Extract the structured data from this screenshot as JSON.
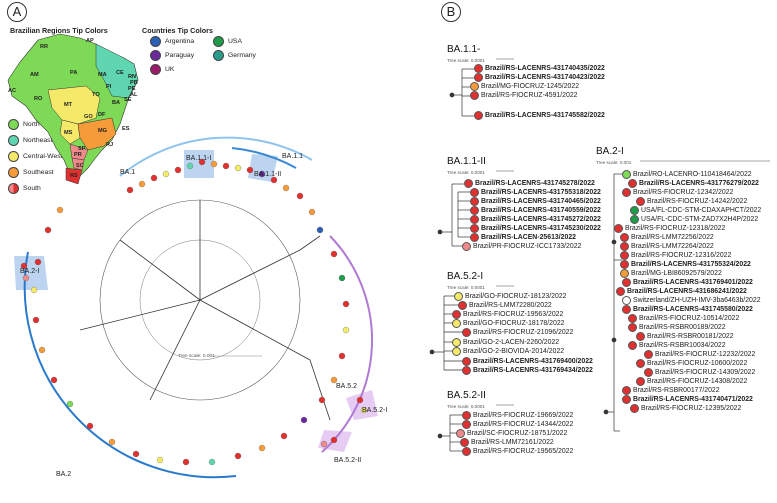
{
  "panel_a": {
    "letter": "A",
    "legend_regions_title": "Brazilian Regions Tip Colors",
    "legend_countries_title": "Countries Tip Colors",
    "regions": [
      {
        "label": "North",
        "color": "#7ed957"
      },
      {
        "label": "Northeast",
        "color": "#5fd6b0"
      },
      {
        "label": "Central-West",
        "color": "#f5e96a"
      },
      {
        "label": "Southeast",
        "color": "#f59b3a"
      },
      {
        "label": "South",
        "color": "#e03030"
      }
    ],
    "countries": [
      {
        "label": "Argentina",
        "color": "#2a5fb3"
      },
      {
        "label": "Paraguay",
        "color": "#6a2a9c"
      },
      {
        "label": "UK",
        "color": "#9c1a6a"
      },
      {
        "label": "USA",
        "color": "#1e9c4a"
      },
      {
        "label": "Germany",
        "color": "#2a9c8c"
      }
    ],
    "states": [
      "RR",
      "AP",
      "AM",
      "PA",
      "MA",
      "CE",
      "RN",
      "PB",
      "PE",
      "AL",
      "SE",
      "PI",
      "AC",
      "RO",
      "TO",
      "BA",
      "MT",
      "GO",
      "DF",
      "MG",
      "ES",
      "MS",
      "SP",
      "RJ",
      "PR",
      "SC",
      "RS"
    ],
    "tree_scale": "Tree scale: 0.001",
    "clades": [
      "BA.1",
      "BA.1.1",
      "BA.1.1-I",
      "BA.1.1-II",
      "BA.2-I",
      "BA.2",
      "BA.5.2",
      "BA.5.2-I",
      "BA.5.2-II"
    ]
  },
  "panel_b": {
    "letter": "B",
    "subtrees": [
      {
        "title": "BA.1.1-",
        "scale": "Tree scale: 0.0001",
        "tips": [
          {
            "label": "Brazil/RS-LACENRS-431740435/2022",
            "bold": true,
            "color": "#e03030"
          },
          {
            "label": "Brazil/RS-LACENRS-431740423/2022",
            "bold": true,
            "color": "#e03030"
          },
          {
            "label": "Brazil/MG-FIOCRUZ-1245/2022",
            "bold": false,
            "color": "#f59b3a"
          },
          {
            "label": "Brazil/RS-FIOCRUZ-4591/2022",
            "bold": false,
            "color": "#e03030"
          },
          {
            "label": "Brazil/RS-LACENRS-431745582/2022",
            "bold": true,
            "color": "#e03030"
          }
        ]
      },
      {
        "title": "BA.1.1-II",
        "scale": "Tree scale: 0.0001",
        "tips": [
          {
            "label": "Brazil/RS-LACENRS-431745278/2022",
            "bold": true,
            "color": "#e03030"
          },
          {
            "label": "Brazil/RS-LACENRS-431755318/2022",
            "bold": true,
            "color": "#e03030"
          },
          {
            "label": "Brazil/RS-LACENRS-431740465/2022",
            "bold": true,
            "color": "#e03030"
          },
          {
            "label": "Brazil/RS-LACENRS-431740559/2022",
            "bold": true,
            "color": "#e03030"
          },
          {
            "label": "Brazil/RS-LACENRS-431745272/2022",
            "bold": true,
            "color": "#e03030"
          },
          {
            "label": "Brazil/RS-LACENRS-431745230/2022",
            "bold": true,
            "color": "#e03030"
          },
          {
            "label": "Brazil/RS-LACEN-25613/2022",
            "bold": true,
            "color": "#e03030"
          },
          {
            "label": "Brazil/PR-FIOCRUZ-ICC1733/2022",
            "bold": false,
            "color": "#f08a8a"
          }
        ]
      },
      {
        "title": "BA.5.2-I",
        "scale": "Tree scale: 0.0001",
        "tips": [
          {
            "label": "Brazil/GO-FIOCRUZ-18123/2022",
            "bold": false,
            "color": "#f5e96a"
          },
          {
            "label": "Brazil/RS-LMM72280/2022",
            "bold": false,
            "color": "#e03030"
          },
          {
            "label": "Brazil/RS-FIOCRUZ-19563/2022",
            "bold": false,
            "color": "#e03030"
          },
          {
            "label": "Brazil/GO-FIOCRUZ-18178/2022",
            "bold": false,
            "color": "#f5e96a"
          },
          {
            "label": "Brazil/RS-FIOCRUZ-21096/2022",
            "bold": false,
            "color": "#e03030"
          },
          {
            "label": "Brazil/GO-2-LACEN-2260/2022",
            "bold": false,
            "color": "#f5e96a"
          },
          {
            "label": "Brazil/GO-2-BIOVIDA-2014/2022",
            "bold": false,
            "color": "#f5e96a"
          },
          {
            "label": "Brazil/RS-LACENRS-431769400/2022",
            "bold": true,
            "color": "#e03030"
          },
          {
            "label": "Brazil/RS-LACENRS-431769434/2022",
            "bold": true,
            "color": "#e03030"
          }
        ]
      },
      {
        "title": "BA.5.2-II",
        "scale": "Tree scale: 0.0001",
        "tips": [
          {
            "label": "Brazil/RS-FIOCRUZ-19669/2022",
            "bold": false,
            "color": "#e03030"
          },
          {
            "label": "Brazil/RS-FIOCRUZ-14344/2022",
            "bold": false,
            "color": "#e03030"
          },
          {
            "label": "Brazil/SC-FIOCRUZ-18751/2022",
            "bold": false,
            "color": "#f08a8a"
          },
          {
            "label": "Brazil/RS-LMM72161/2022",
            "bold": false,
            "color": "#e03030"
          },
          {
            "label": "Brazil/RS-FIOCRUZ-19565/2022",
            "bold": false,
            "color": "#e03030"
          }
        ]
      },
      {
        "title": "BA.2-I",
        "scale": "Tree scale: 0.001",
        "tips": [
          {
            "label": "Brazil/RO-LACENRO-110418464/2022",
            "bold": false,
            "color": "#7ed957"
          },
          {
            "label": "Brazil/RS-LACENRS-431776279/2022",
            "bold": true,
            "color": "#e03030"
          },
          {
            "label": "Brazil/RS-FIOCRUZ-12342/2022",
            "bold": false,
            "color": "#e03030"
          },
          {
            "label": "Brazil/RS-FIOCRUZ-14242/2022",
            "bold": false,
            "color": "#e03030"
          },
          {
            "label": "USA/FL-CDC-STM-CDAXAPHCT/2022",
            "bold": false,
            "color": "#1e9c4a"
          },
          {
            "label": "USA/FL-CDC-STM-ZAD7X2H4P/2022",
            "bold": false,
            "color": "#1e9c4a"
          },
          {
            "label": "Brazil/RS-FIOCRUZ-12318/2022",
            "bold": false,
            "color": "#e03030"
          },
          {
            "label": "Brazil/RS-LMM72256/2022",
            "bold": false,
            "color": "#e03030"
          },
          {
            "label": "Brazil/RS-LMM72264/2022",
            "bold": false,
            "color": "#e03030"
          },
          {
            "label": "Brazil/RS-FIOCRUZ-12316/2022",
            "bold": false,
            "color": "#e03030"
          },
          {
            "label": "Brazil/RS-LACENRS-431755324/2022",
            "bold": true,
            "color": "#e03030"
          },
          {
            "label": "Brazil/MG-LBI86092579/2022",
            "bold": false,
            "color": "#f59b3a"
          },
          {
            "label": "Brazil/RS-LACENRS-431769401/2022",
            "bold": true,
            "color": "#e03030"
          },
          {
            "label": "Brazil/RS-LACENRS-431686241/2022",
            "bold": true,
            "color": "#e03030"
          },
          {
            "label": "Switzerland/ZH-UZH-IMV-3ba6463b/2022",
            "bold": false,
            "color": "#ffffff"
          },
          {
            "label": "Brazil/RS-LACENRS-431745580/2022",
            "bold": true,
            "color": "#e03030"
          },
          {
            "label": "Brazil/RS-FIOCRUZ-10514/2022",
            "bold": false,
            "color": "#e03030"
          },
          {
            "label": "Brazil/RS-RSBR00189/2022",
            "bold": false,
            "color": "#e03030"
          },
          {
            "label": "Brazil/RS-RSBR00181/2022",
            "bold": false,
            "color": "#e03030"
          },
          {
            "label": "Brazil/RS-RSBR10034/2022",
            "bold": false,
            "color": "#e03030"
          },
          {
            "label": "Brazil/RS-FIOCRUZ-12232/2022",
            "bold": false,
            "color": "#e03030"
          },
          {
            "label": "Brazil/RS-FIOCRUZ-10600/2022",
            "bold": false,
            "color": "#e03030"
          },
          {
            "label": "Brazil/RS-FIOCRUZ-14309/2022",
            "bold": false,
            "color": "#e03030"
          },
          {
            "label": "Brazil/RS-FIOCRUZ-14308/2022",
            "bold": false,
            "color": "#e03030"
          },
          {
            "label": "Brazil/RS-RSBR00177/2022",
            "bold": false,
            "color": "#e03030"
          },
          {
            "label": "Brazil/RS-LACENRS-431740471/2022",
            "bold": true,
            "color": "#e03030"
          },
          {
            "label": "Brazil/RS-FIOCRUZ-12395/2022",
            "bold": false,
            "color": "#e03030"
          }
        ]
      }
    ]
  }
}
